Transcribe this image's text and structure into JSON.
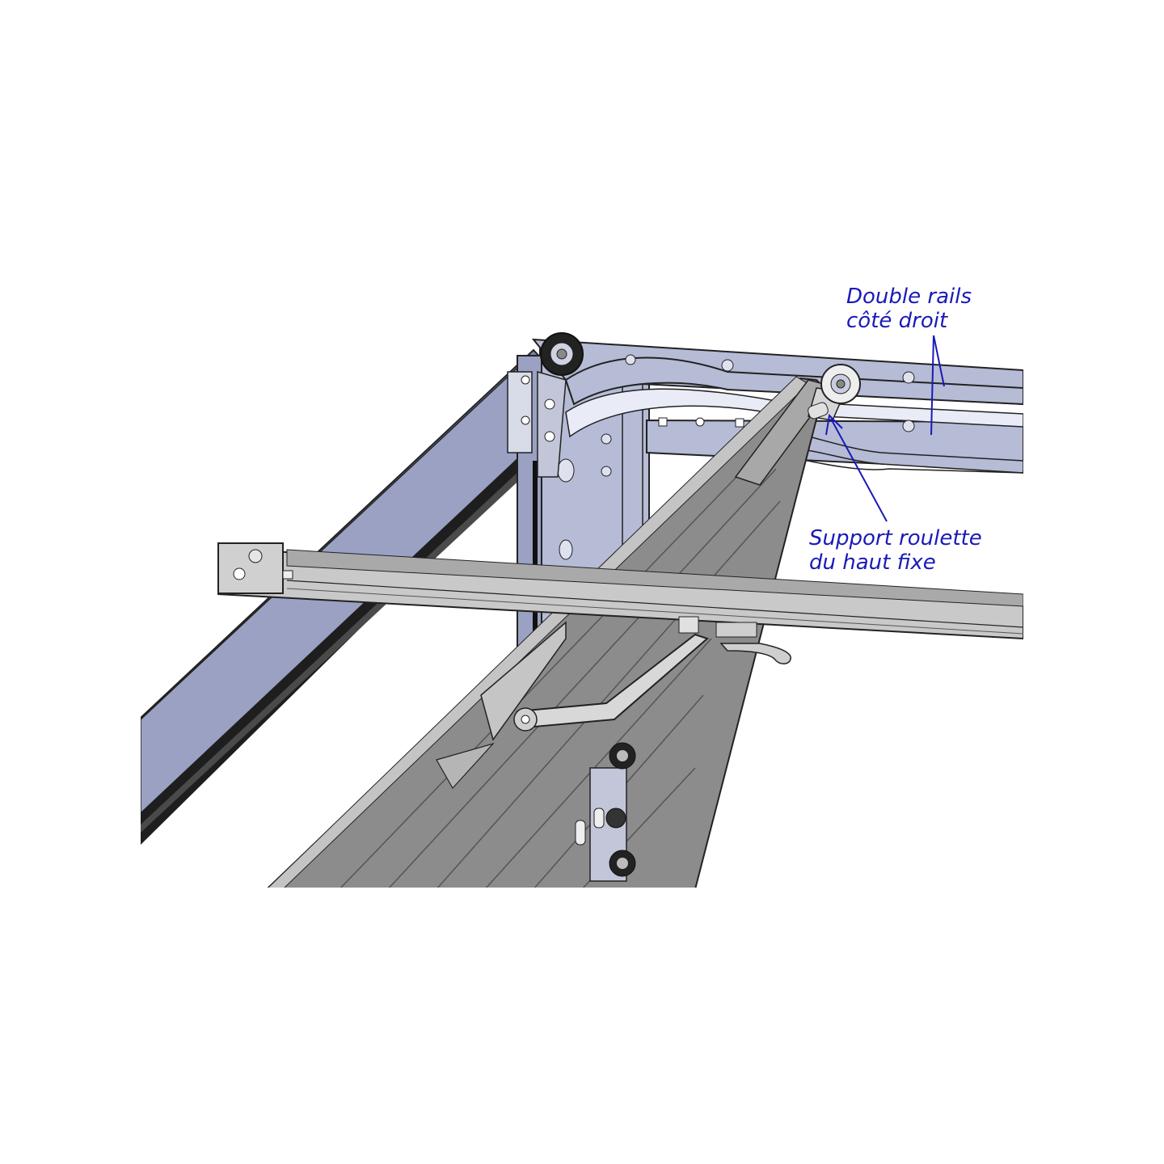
{
  "colors": {
    "annotation": "#1a1ab8",
    "rail_face": "#b6bbd6",
    "rail_dark": "#7d8299",
    "frame_face": "#9aa1c2",
    "frame_side": "#7d84a6",
    "panel_grey": "#8c8c8c",
    "panel_light": "#c4c4c4",
    "bar_face": "#c9c9c9",
    "outline": "#222222"
  },
  "annotations": {
    "double_rails": {
      "line1": "Double rails",
      "line2": "côté droit"
    },
    "top_roller_support": {
      "line1": "Support roulette",
      "line2": "du haut fixe"
    }
  }
}
